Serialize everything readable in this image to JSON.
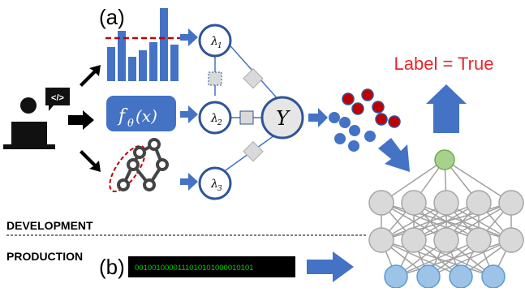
{
  "panel_a": "(a)",
  "panel_b": "(b)",
  "model_func": "f",
  "model_sub": "θ",
  "model_arg": "(x)",
  "lambdas": [
    {
      "base": "λ",
      "sub": "1"
    },
    {
      "base": "λ",
      "sub": "2"
    },
    {
      "base": "λ",
      "sub": "3"
    }
  ],
  "output_node": "Y",
  "label_text": "Label = True",
  "dev_label": "DEVELOPMENT",
  "prod_label": "PRODUCTION",
  "binary_string": "0010010000111010101000010101",
  "code_icon": "</>",
  "colors": {
    "blue": "#4472c4",
    "dark_blue": "#2f5597",
    "red": "#c00000",
    "label_red": "#e8262a",
    "green": "#a9d18e",
    "grey": "#d9d9d9",
    "light_blue": "#9dc3e6",
    "terminal_green": "#00d000"
  },
  "icons": [
    "developer-icon",
    "histogram-icon",
    "graph-icon",
    "neural-network-icon"
  ]
}
